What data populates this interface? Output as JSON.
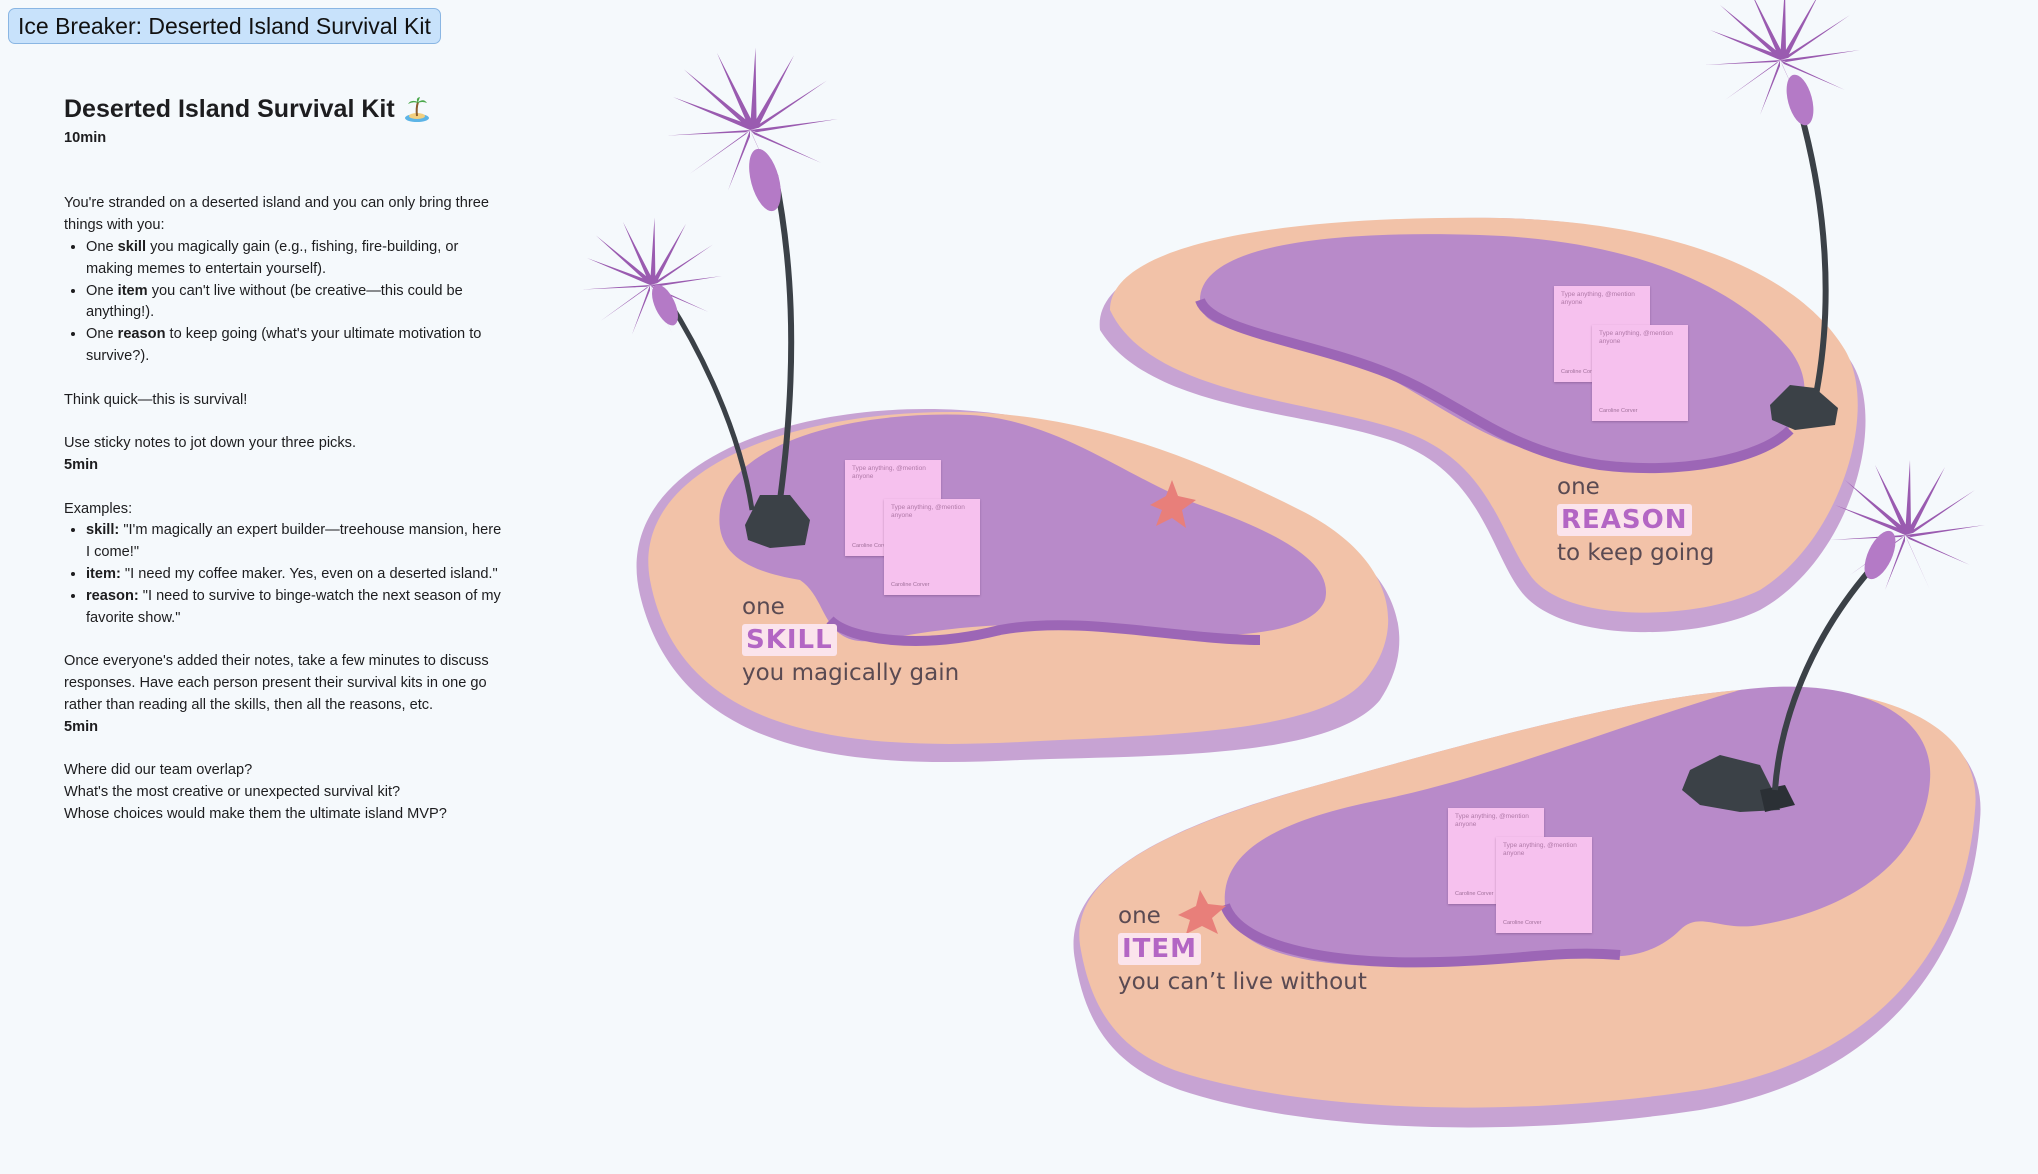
{
  "frame": {
    "title": "Ice Breaker: Deserted Island Survival Kit"
  },
  "panel": {
    "heading": "Deserted Island Survival Kit",
    "heading_emoji": "desert-island-icon",
    "duration_1": "10min",
    "intro": "You're stranded on a deserted island and you can only bring three things with you:",
    "things": [
      {
        "strong": "skill",
        "pre": "One ",
        "post": " you magically gain (e.g., fishing, fire-building, or making memes to entertain yourself)."
      },
      {
        "strong": "item",
        "pre": "One ",
        "post": " you can't live without (be creative—this could be anything!)."
      },
      {
        "strong": "reason",
        "pre": "One ",
        "post": " to keep going (what's your ultimate motivation to survive?)."
      }
    ],
    "think_quick": "Think quick—this is survival!",
    "use_sticky": "Use sticky notes to jot down your three picks.",
    "duration_2": "5min",
    "examples_label": "Examples:",
    "examples": [
      {
        "strong": "skill:",
        "text": " \"I'm magically an expert builder—treehouse mansion, here I come!\""
      },
      {
        "strong": "item:",
        "text": " \"I need my coffee maker. Yes, even on a deserted island.\""
      },
      {
        "strong": "reason:",
        "text": " \"I need to survive to binge-watch the next season of my favorite show.\""
      }
    ],
    "discuss": "Once everyone's added their notes, take a few minutes to discuss responses. Have each person present their survival kits in one go rather than reading all the skills, then all the reasons, etc.",
    "duration_3": "5min",
    "questions": [
      "Where did our team overlap?",
      "What's the most creative or unexpected survival kit?",
      "Whose choices would make them the ultimate island MVP?"
    ]
  },
  "islands": {
    "skill": {
      "one": "one",
      "word": "SKILL",
      "sub": "you magically gain"
    },
    "reason": {
      "one": "one",
      "word": "REASON",
      "sub": "to keep going"
    },
    "item": {
      "one": "one",
      "word": "ITEM",
      "sub": "you can’t live without"
    }
  },
  "sticky": {
    "placeholder": "Type anything, @mention anyone",
    "author": "Caroline Corver"
  },
  "colors": {
    "sand": "#f2c2a8",
    "water": "#b88ac9",
    "rim": "#c7a3d3",
    "palm": "#9a5bb0",
    "rock": "#3b4147",
    "sticky": "#f6c1ee",
    "label_accent": "#b366c4"
  }
}
